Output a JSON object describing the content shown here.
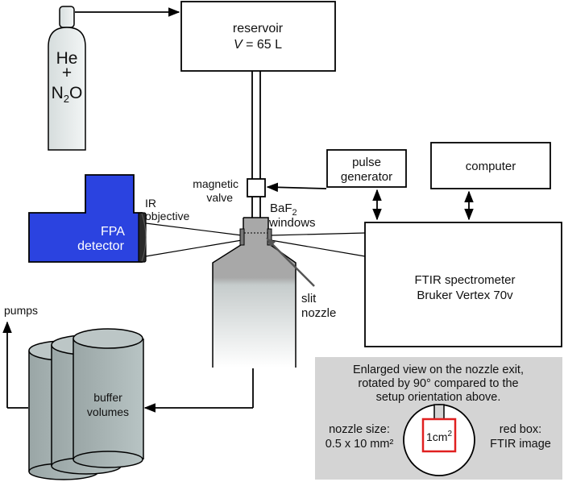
{
  "diagram": {
    "gas_bottle": {
      "line1": "He",
      "line2": "+",
      "line3": "N",
      "line3_sub": "2",
      "line3_end": "O"
    },
    "reservoir": {
      "title": "reservoir",
      "volume_var": "V",
      "volume_rest": " = 65 L"
    },
    "magnetic_valve": {
      "line1": "magnetic",
      "line2": "valve"
    },
    "pulse_generator": {
      "line1": "pulse",
      "line2": "generator"
    },
    "computer": {
      "label": "computer"
    },
    "fpa_detector": {
      "line1": "FPA",
      "line2": "detector"
    },
    "ir_objective": {
      "line1": "IR",
      "line2": "objective"
    },
    "windows": {
      "line1_main": "BaF",
      "line1_sub": "2",
      "line2": "windows"
    },
    "slit_nozzle": {
      "line1": "slit",
      "line2": "nozzle"
    },
    "ftir": {
      "line1": "FTIR spectrometer",
      "line2": "Bruker Vertex 70v"
    },
    "pumps": {
      "label": "pumps"
    },
    "buffer_volumes": {
      "line1": "buffer",
      "line2": "volumes"
    },
    "enlarged_view": {
      "line1": "Enlarged view on the nozzle exit,",
      "line2": "rotated by 90° compared to the",
      "line3": "setup orientation above.",
      "nozzle_size_line1": "nozzle size:",
      "nozzle_size_line2": "0.5 x 10 mm²",
      "area_main": "1cm",
      "area_sup": "2",
      "red_box_line1": "red box:",
      "red_box_line2": "FTIR image"
    },
    "colors": {
      "detector_blue": "#2b43e0",
      "chamber_gray": "#a8a8a8",
      "panel_gray": "#d4d4d4",
      "red_box": "#e02020"
    }
  }
}
